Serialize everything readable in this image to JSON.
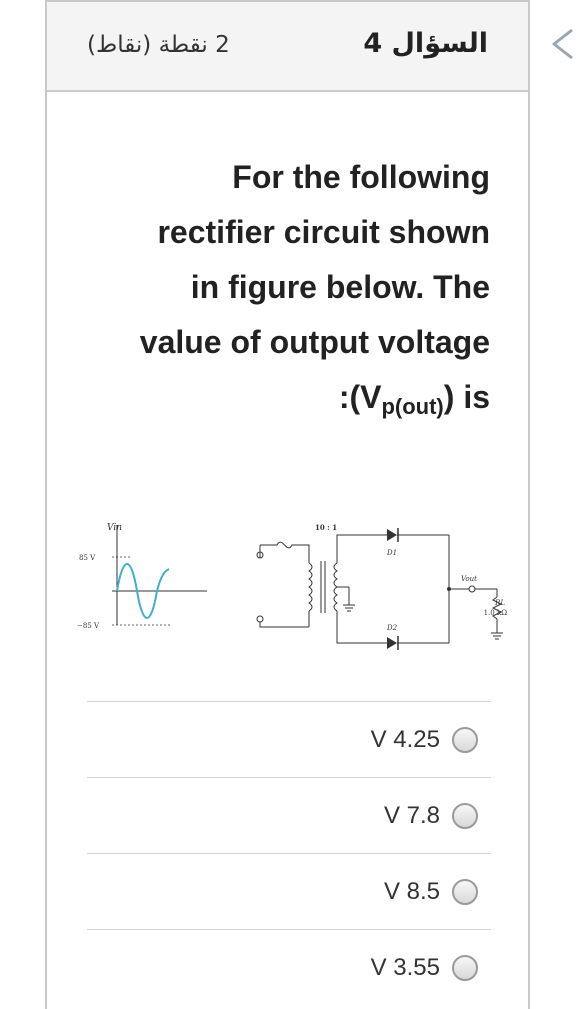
{
  "header": {
    "question_title": "السؤال 4",
    "points": "2 نقطة (نقاط)"
  },
  "question": {
    "line1": "For the following",
    "line2": "rectifier circuit shown",
    "line3": "in figure below. The",
    "line4": "value of output voltage",
    "line5_prefix": ":(V",
    "line5_sub": "p(out)",
    "line5_suffix": ") is"
  },
  "figure": {
    "vin_label": "Vin",
    "vin_sub": "in",
    "v_peak_pos": "85 V",
    "v_peak_neg": "−85 V",
    "turns_ratio": "10 : 1",
    "d1": "D1",
    "d2": "D2",
    "vout": "Vout",
    "rl": "RL",
    "rl_value": "1.0 kΩ"
  },
  "options": [
    {
      "label": "V 4.25"
    },
    {
      "label": "V 7.8"
    },
    {
      "label": "V 8.5"
    },
    {
      "label": "V 3.55"
    }
  ],
  "colors": {
    "sine": "#3fb0c9",
    "border": "#c9c9c9",
    "header_bg": "#f4f4f4"
  }
}
